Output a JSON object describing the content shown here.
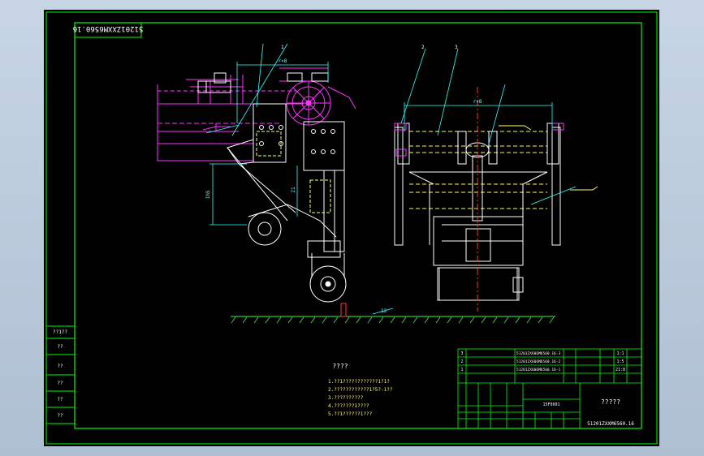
{
  "title_block": {
    "drawing_number": "51201ZXXM6560.16",
    "drawing_number_mirror": "51201ZXXM6560.16",
    "sheet_title": "?????",
    "part_numbers": [
      "51201ZX606M6560.16-1",
      "51201ZX606M6560.16-2",
      "51201ZX606M6560.16-3"
    ],
    "part_refs": [
      "1",
      "2",
      "3"
    ],
    "left_cells": [
      "??1??",
      "??",
      "??",
      "??",
      "??",
      "??"
    ],
    "scale_cells": [
      "1:1",
      "1:5",
      "21:8"
    ],
    "aux_label": "15F0X01"
  },
  "notes": {
    "heading": "????",
    "lines": [
      "1.??1????????????1?1?",
      "2.????????????1?5?-1??",
      "3.??????????",
      "4.???????1????",
      "5.??1??????1???"
    ]
  },
  "dimensions": {
    "top_left": "r×8",
    "top_right": "r×8",
    "vertical_left": "1h5",
    "vertical_mid": "21",
    "ground": "12"
  },
  "balloons": [
    "1",
    "2",
    "3"
  ],
  "colors": {
    "border": "#00ff00",
    "magenta": "#ff33ff",
    "white": "#ffffff",
    "yellow": "#ffff66",
    "cyan": "#33ffff",
    "green": "#33ff33"
  }
}
